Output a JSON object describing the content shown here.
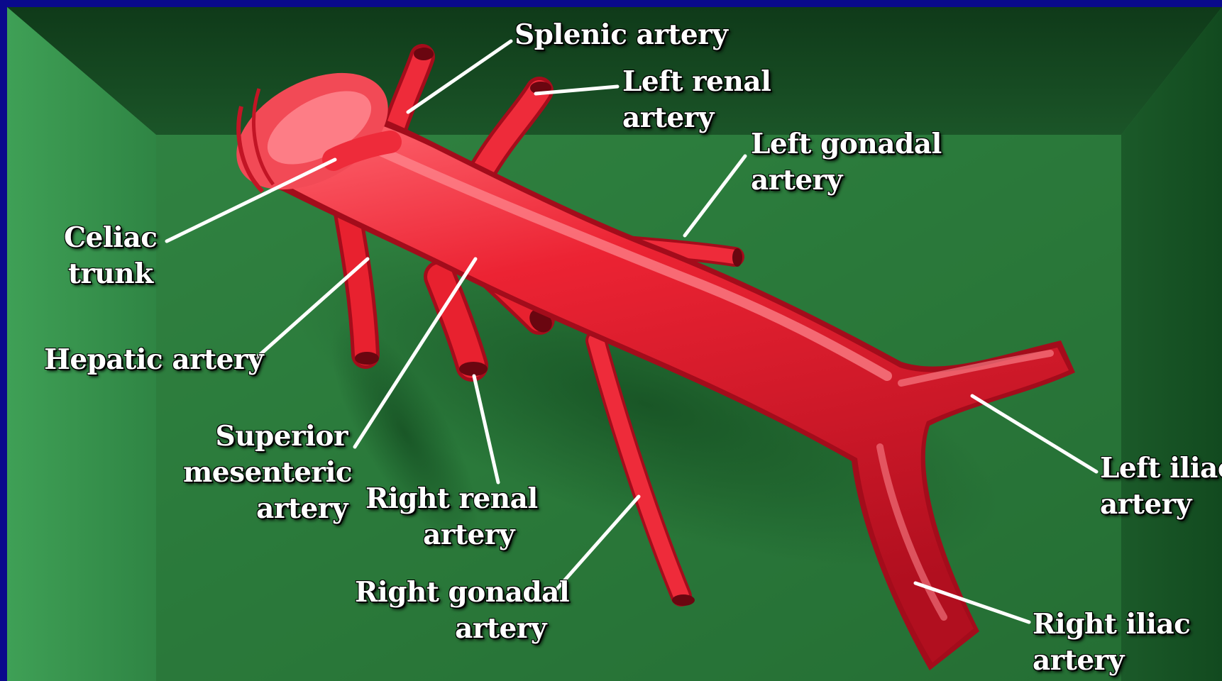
{
  "diagram": {
    "labels": {
      "splenic": [
        "Splenic artery"
      ],
      "left_renal": [
        "Left renal",
        "artery"
      ],
      "left_gonadal": [
        "Left gonadal",
        "artery"
      ],
      "celiac": [
        "Celiac",
        "trunk"
      ],
      "hepatic": [
        "Hepatic artery"
      ],
      "superior_mesenteric": [
        "Superior",
        "mesenteric",
        "artery"
      ],
      "right_renal": [
        "Right renal",
        "artery"
      ],
      "right_gonadal": [
        "Right gonadal",
        "artery"
      ],
      "left_iliac": [
        "Left iliac",
        "artery"
      ],
      "right_iliac": [
        "Right iliac",
        "artery"
      ]
    }
  },
  "colors": {
    "frame": "#0a0a8c",
    "background": "#2f7d3e",
    "artery": "#e11d2d",
    "label_text": "#ffffff"
  }
}
